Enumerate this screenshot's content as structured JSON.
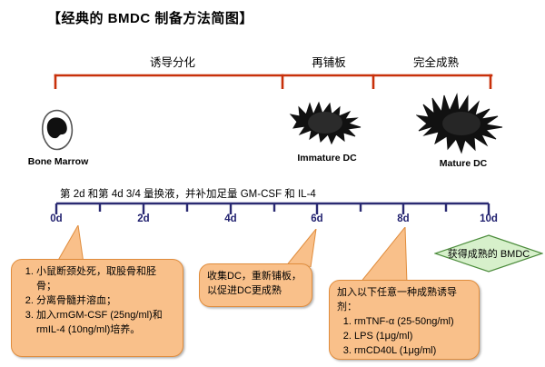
{
  "title": "【经典的 BMDC 制备方法简图】",
  "phases": [
    {
      "label": "诱导分化"
    },
    {
      "label": "再铺板"
    },
    {
      "label": "完全成熟"
    }
  ],
  "cells": [
    {
      "label": "Bone Marrow",
      "icon": "bone-marrow-cell-icon"
    },
    {
      "label": "Immature DC",
      "icon": "immature-dendritic-cell-icon"
    },
    {
      "label": "Mature DC",
      "icon": "mature-dendritic-cell-icon"
    }
  ],
  "timeline": {
    "note": "第 2d 和第 4d 3/4 量换液，并补加足量 GM-CSF 和 IL-4",
    "days": [
      "0d",
      "2d",
      "4d",
      "6d",
      "8d",
      "10d"
    ],
    "line_color": "#2A2A72"
  },
  "callouts": [
    {
      "anchor_day": "0d",
      "type": "ordered",
      "items": [
        "小鼠断颈处死，取股骨和胫骨；",
        "分离骨髓并溶血；",
        "加入rmGM-CSF (25ng/ml)和rmIL-4 (10ng/ml)培养。"
      ]
    },
    {
      "anchor_day": "6d",
      "type": "plain",
      "items": [
        "收集DC，重新铺板，",
        "以促进DC更成熟"
      ]
    },
    {
      "anchor_day": "8d",
      "type": "heading-ordered",
      "heading": "加入以下任意一种成熟诱导剂：",
      "items": [
        "rmTNF-α (25-50ng/ml)",
        "LPS (1μg/ml)",
        "rmCD40L (1μg/ml)"
      ]
    }
  ],
  "result": {
    "label": "获得成熟的 BMDC",
    "fill_color": "#D7F0CB",
    "border_color": "#4C8C3C"
  },
  "colors": {
    "bracket": "#C8300A",
    "callout_fill": "#F9C08A",
    "callout_border": "#E08C3C",
    "timeline": "#2A2A72"
  }
}
